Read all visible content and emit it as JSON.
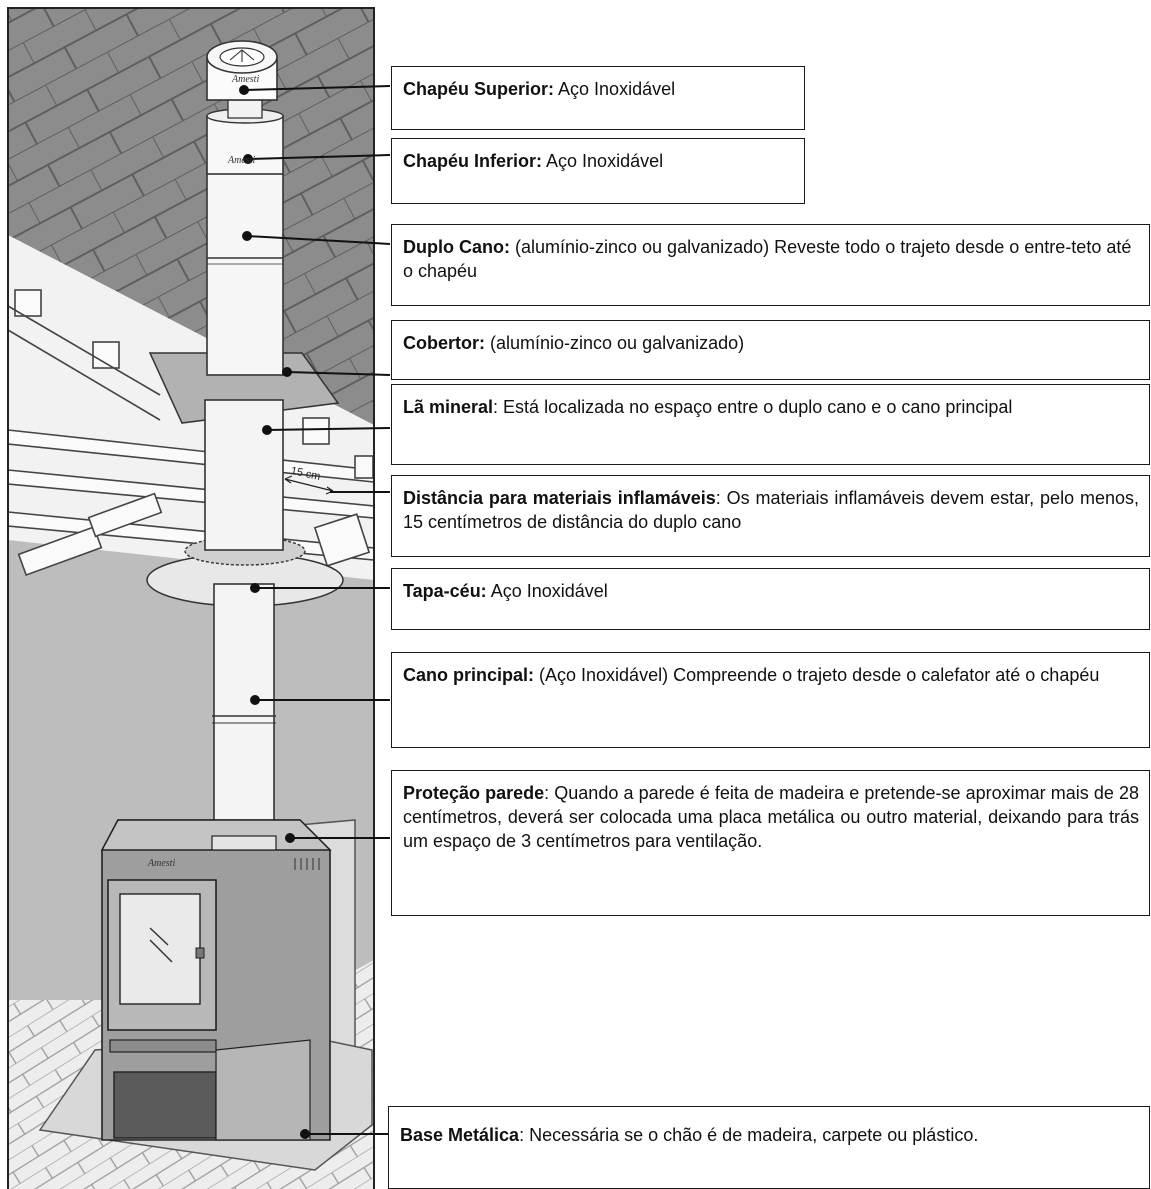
{
  "figure": {
    "dimension_label": "15 cm",
    "brand_mark": "Amesti"
  },
  "callouts": [
    {
      "title": "Chapéu Superior:",
      "text": " Aço Inoxidável"
    },
    {
      "title": "Chapéu Inferior:",
      "text": " Aço Inoxidável"
    },
    {
      "title": "Duplo Cano:",
      "text": " (alumínio-zinco ou galvanizado) Reveste todo o trajeto desde o entre-teto até o chapéu"
    },
    {
      "title": "Cobertor:",
      "text": " (alumínio-zinco ou galvanizado)"
    },
    {
      "title": "Lã mineral",
      "text": ": Está localizada no espaço entre o duplo cano e o cano principal"
    },
    {
      "title": "Distância para materiais inflamáveis",
      "text": ": Os materiais inflamáveis devem estar, pelo menos, 15 centímetros de distância do duplo cano"
    },
    {
      "title": "Tapa-céu:",
      "text": " Aço Inoxidável"
    },
    {
      "title": "Cano principal:",
      "text": " (Aço Inoxidável) Compreende o trajeto desde o calefator até o chapéu"
    },
    {
      "title": "Proteção parede",
      "text": ": Quando a parede é feita de madeira e pretende-se aproximar mais de 28 centímetros, deverá ser colocada uma placa metálica ou outro material, deixando para trás um espaço de 3 centímetros para ventilação."
    },
    {
      "title": "Base Metálica",
      "text": ": Necessária se o chão é de madeira, carpete ou plástico."
    }
  ]
}
